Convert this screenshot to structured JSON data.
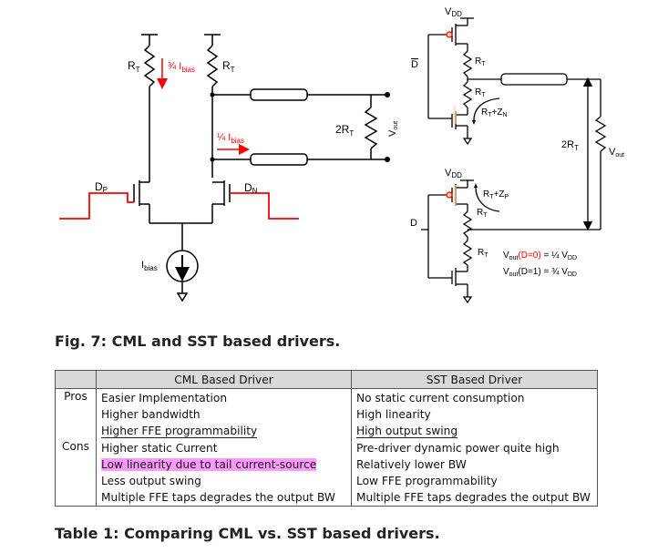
{
  "figure": {
    "caption": "Fig. 7: CML and SST based drivers.",
    "cml": {
      "rt_left": "R",
      "rt_right": "R",
      "rt_sub": "T",
      "bias_top_frac": "¾",
      "bias_mid_frac": "¼",
      "ibias_main": "I",
      "ibias_sub": "bias",
      "dp": "D",
      "dp_sub": "P",
      "dn": "D",
      "dn_sub": "N",
      "load": "2R",
      "load_sub": "T",
      "vout": "V",
      "vout_sub": "out"
    },
    "sst": {
      "vdd_top": "V",
      "vdd_top_sub": "DD",
      "vdd_mid": "V",
      "vdd_mid_sub": "DD",
      "dbar": "D",
      "d": "D",
      "rt_a": "R",
      "rt_b": "R",
      "rt_c": "R",
      "rt_d": "R",
      "rt_sub": "T",
      "rtzn": "R",
      "rtzn_plus": "+Z",
      "rtzn_sub": "N",
      "rtzp": "R",
      "rtzp_plus": "+Z",
      "rtzp_sub": "P",
      "load": "2R",
      "load_sub": "T",
      "vout": "V",
      "vout_sub": "out",
      "eq1_v": "V",
      "eq1_sub": "out",
      "eq1_cond": "(D=0)",
      "eq1_rest": " = ¼ V",
      "eq1_dd": "DD",
      "eq2_v": "V",
      "eq2_sub": "out",
      "eq2_cond": "(D=1) = ¾ V",
      "eq2_dd": "DD"
    },
    "colors": {
      "signal": "#ff0000",
      "accent": "#ff0000",
      "pmos_fill": "#ffd9b3"
    }
  },
  "table": {
    "caption": "Table 1: Comparing CML vs. SST based drivers.",
    "headers": [
      "",
      "CML Based Driver",
      "SST Based Driver"
    ],
    "pros": {
      "label": "Pros",
      "cml": [
        "Easier Implementation",
        "Higher bandwidth",
        "Higher FFE programmability"
      ],
      "sst": [
        "No static current consumption",
        "High linearity",
        "High output swing"
      ]
    },
    "cons": {
      "label": "Cons",
      "cml": [
        "Higher static Current",
        "Low linearity due to tail current-source",
        "Less output swing",
        "Multiple FFE taps degrades the output BW"
      ],
      "sst": [
        "Pre-driver dynamic power quite high",
        "Relatively lower BW",
        "Low FFE programmability",
        "Multiple FFE taps degrades the output BW"
      ]
    },
    "highlight_color": "#ff99ff"
  }
}
